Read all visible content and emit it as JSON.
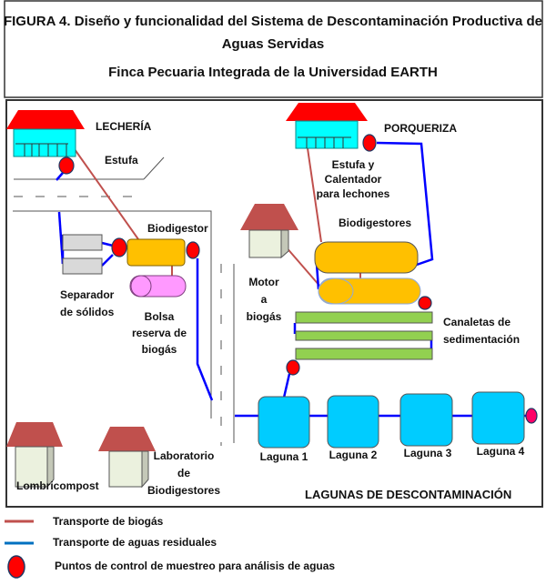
{
  "title": {
    "line1": "FIGURA 4. Diseño y funcionalidad del Sistema de Descontaminación Productiva de",
    "line2": "Aguas Servidas",
    "line3": "Finca Pecuaria Integrada de la Universidad EARTH"
  },
  "labels": {
    "lecheria": "LECHERÍA",
    "estufa": "Estufa",
    "biodigestor": "Biodigestor",
    "separador_1": "Separador",
    "separador_2": "de sólidos",
    "bolsa_1": "Bolsa",
    "bolsa_2": "reserva de",
    "bolsa_3": "biogás",
    "porqueriza": "PORQUERIZA",
    "estufa_cal_1": "Estufa y",
    "estufa_cal_2": "Calentador",
    "estufa_cal_3": "para lechones",
    "biodigestores": "Biodigestores",
    "motor_1": "Motor",
    "motor_2": "a",
    "motor_3": "biogás",
    "canaletas_1": "Canaletas de",
    "canaletas_2": "sedimentación",
    "lagunas": [
      "Laguna 1",
      "Laguna 2",
      "Laguna 3",
      "Laguna 4"
    ],
    "lombricompost": "Lombricompost",
    "lab_1": "Laboratorio",
    "lab_2": "de",
    "lab_3": "Biodigestores",
    "lagunas_title": "LAGUNAS DE DESCONTAMINACIÓN"
  },
  "legend": {
    "biogas": "Transporte de biogás",
    "aguas": "Transporte de aguas residuales",
    "puntos": "Puntos de control de muestreo para análisis de aguas"
  },
  "colors": {
    "biogas_line": "#c0504d",
    "water_line": "#0000ff",
    "sample_point": "#ff0000",
    "roof_red": "#ff0000",
    "roof_brown": "#c0504d",
    "building_cyan": "#00ffff",
    "biodigester": "#ffc000",
    "gas_bag": "#ff99ff",
    "channel": "#92d050",
    "lagoon": "#00ccff"
  }
}
